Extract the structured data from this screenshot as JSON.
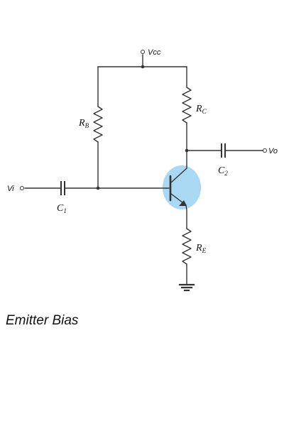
{
  "diagram": {
    "labels": {
      "vcc": "Vcc",
      "vi": "Vi",
      "vo": "Vo",
      "rb_main": "R",
      "rb_sub": "B",
      "rc_main": "R",
      "rc_sub": "C",
      "re_main": "R",
      "re_sub": "E",
      "c1_main": "C",
      "c1_sub": "1",
      "c2_main": "C",
      "c2_sub": "2"
    },
    "colors": {
      "wire": "#333333",
      "transistor_highlight": "#a9d8f2"
    }
  },
  "caption": "Emitter Bias"
}
